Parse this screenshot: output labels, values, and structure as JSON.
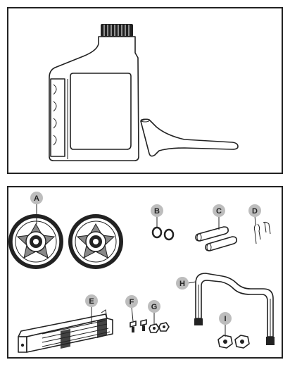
{
  "top_panel": {
    "items": [
      "oil-bottle",
      "funnel"
    ]
  },
  "bottom_panel": {
    "labels": {
      "a": "A",
      "b": "B",
      "c": "C",
      "d": "D",
      "e": "E",
      "f": "F",
      "g": "G",
      "h": "H",
      "i": "I"
    }
  },
  "colors": {
    "badge": "#bdbdbd",
    "outline": "#222222"
  }
}
